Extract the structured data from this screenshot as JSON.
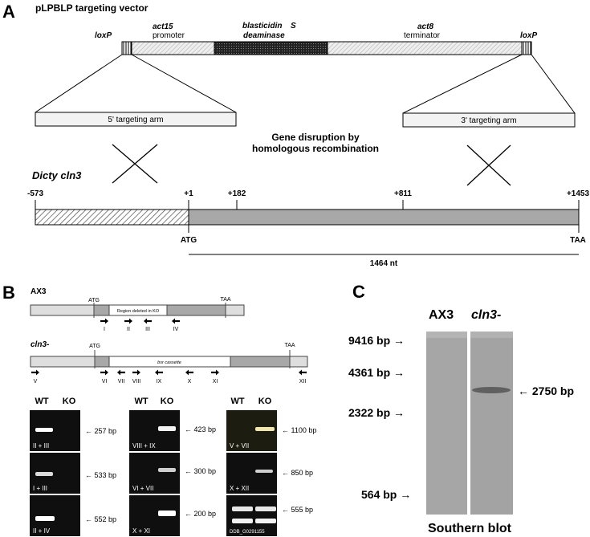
{
  "panel_a": {
    "letter": "A",
    "vector_title": "pLPBLP targeting vector",
    "loxp_left": "loxP",
    "loxp_right": "loxP",
    "act15": "act15",
    "promoter": "promoter",
    "bsd_line1": "blasticidin",
    "bsd_s": "S",
    "bsd_line2": "deaminase",
    "act8": "act8",
    "terminator": "terminator",
    "arm5": "5' targeting arm",
    "arm3": "3' targeting arm",
    "recomb_line1": "Gene disruption by",
    "recomb_line2": "homologous recombination",
    "gene_label": "Dicty cln3",
    "pos_m573": "-573",
    "pos_p1": "+1",
    "pos_p182": "+182",
    "pos_p811": "+811",
    "pos_p1453": "+1453",
    "atg": "ATG",
    "taa": "TAA",
    "length": "1464 nt"
  },
  "panel_b": {
    "letter": "B",
    "ax3": "AX3",
    "ko_name": "cln3-",
    "atg1": "ATG",
    "taa1": "TAA",
    "deleted": "Region deleted in KO",
    "atg2": "ATG",
    "taa2": "TAA",
    "bsr": "bsr cassette",
    "primers_top": [
      "I",
      "II",
      "III",
      "IV"
    ],
    "primers_bot": [
      "V",
      "VI",
      "VII",
      "VIII",
      "IX",
      "X",
      "XI",
      "XII"
    ],
    "col_headers": [
      "WT",
      "KO",
      "WT",
      "KO",
      "WT",
      "KO"
    ],
    "gels": [
      {
        "label": "II + III",
        "size": "257 bp"
      },
      {
        "label": "I + III",
        "size": "533 bp"
      },
      {
        "label": "II + IV",
        "size": "552 bp"
      },
      {
        "label": "VIII + IX",
        "size": "423 bp"
      },
      {
        "label": "VI + VII",
        "size": "300 bp"
      },
      {
        "label": "X + XI",
        "size": "200 bp"
      },
      {
        "label": "V + VII",
        "size": "1100 bp"
      },
      {
        "label": "X + XII",
        "size": "850 bp"
      },
      {
        "label": "DDB_G0291155",
        "size": "555 bp"
      }
    ]
  },
  "panel_c": {
    "letter": "C",
    "lane1": "AX3",
    "lane2": "cln3-",
    "markers": [
      "9416 bp →",
      "4361 bp →",
      "2322 bp →",
      "564 bp →"
    ],
    "band": "← 2750 bp",
    "caption": "Southern blot"
  }
}
